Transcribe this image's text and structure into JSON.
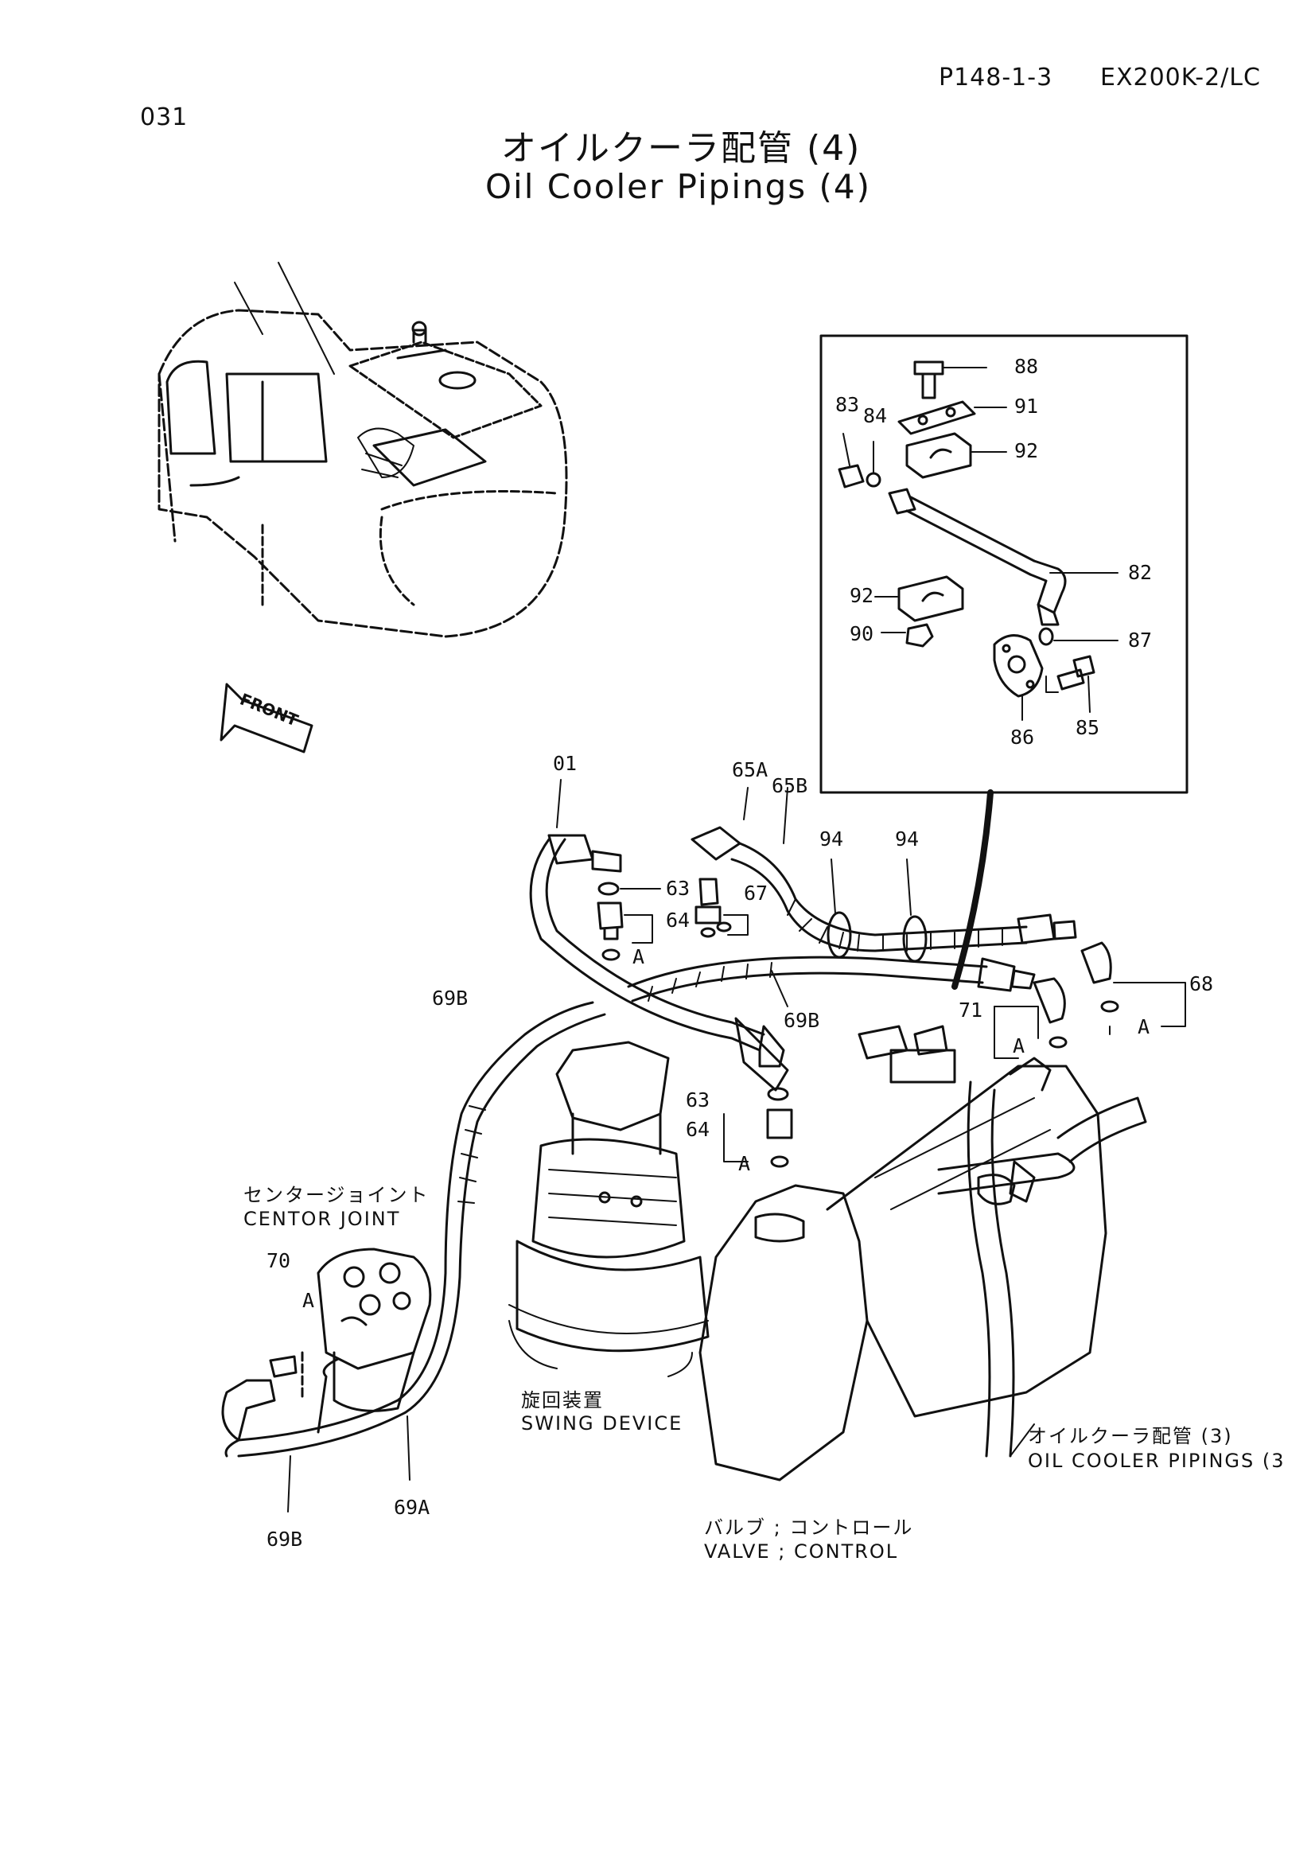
{
  "header": {
    "page_ref": "P148-1-3",
    "model": "EX200K-2/LC",
    "sheet_no": "031"
  },
  "title": {
    "jp": "オイルクーラ配管 (4)",
    "en": "Oil Cooler Pipings (4)"
  },
  "front_arrow_label": "FRONT",
  "inset_callouts": [
    "88",
    "91",
    "83",
    "84",
    "92",
    "82",
    "92",
    "90",
    "87",
    "86",
    "85"
  ],
  "main_callouts": [
    "01",
    "65A",
    "65B",
    "94",
    "94",
    "63",
    "67",
    "64",
    "A",
    "68",
    "A",
    "69B",
    "69B",
    "71",
    "A",
    "63",
    "64",
    "A",
    "70",
    "A",
    "69A",
    "69B"
  ],
  "captions": {
    "center_joint_jp": "センタージョイント",
    "center_joint_en": "CENTOR JOINT",
    "swing_jp": "旋回装置",
    "swing_en": "SWING DEVICE",
    "oil_cooler_jp": "オイルクーラ配管 (3)",
    "oil_cooler_en": "OIL COOLER PIPINGS (3",
    "valve_jp": "バルブ ; コントロール",
    "valve_en": "VALVE ; CONTROL"
  }
}
